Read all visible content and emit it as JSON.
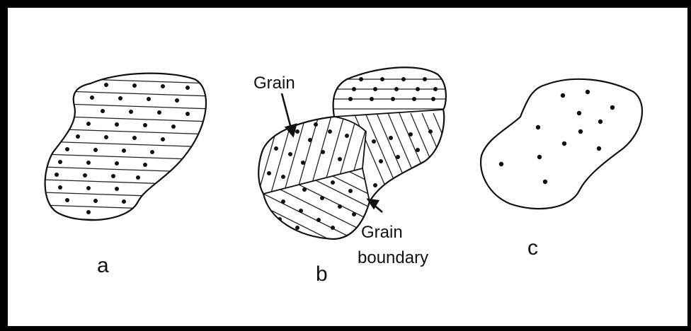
{
  "labels": {
    "panel_a": "a",
    "panel_b": "b",
    "panel_c": "c",
    "grain": "Grain",
    "grain_boundary_line1": "Grain",
    "grain_boundary_line2": "boundary"
  },
  "colors": {
    "ink": "#111111",
    "background": "#ffffff",
    "frame": "#000000"
  }
}
